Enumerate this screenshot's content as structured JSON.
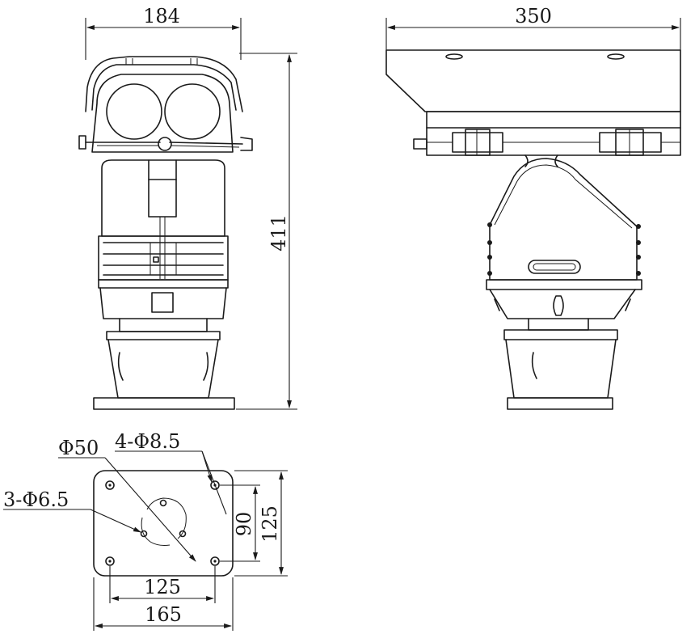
{
  "dimensions": {
    "front_width": "184",
    "front_height": "411",
    "side_width": "350",
    "base_hole_diameter": "Φ50",
    "mounting_holes": "4-Φ8.5",
    "center_holes": "3-Φ6.5",
    "base_hole_spacing_v": "90",
    "base_height": "125",
    "base_hole_spacing_h": "125",
    "base_width": "165"
  },
  "colors": {
    "line": "#1a1a1a",
    "background": "#ffffff"
  }
}
